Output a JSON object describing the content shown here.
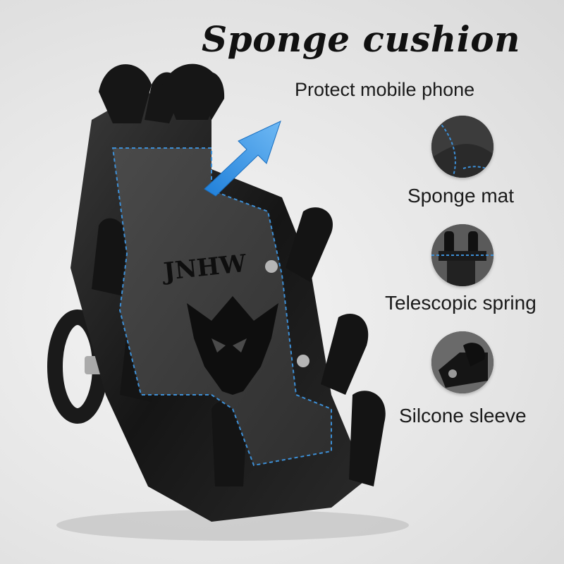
{
  "heading": {
    "title": "Sponge cushion",
    "subtitle": "Protect mobile phone"
  },
  "features": [
    {
      "label": "Sponge mat",
      "icon": "sponge-mat-closeup-icon"
    },
    {
      "label": "Telescopic spring",
      "icon": "telescopic-spring-closeup-icon"
    },
    {
      "label": "Silcone sleeve",
      "icon": "silicone-sleeve-closeup-icon"
    }
  ],
  "product": {
    "brand_text": "JNHW",
    "emblem": "wolf-head-logo",
    "colors": {
      "body": "#1c1c1c",
      "stitching": "#3d8fd6",
      "arrow": "#2e8fe0"
    }
  }
}
